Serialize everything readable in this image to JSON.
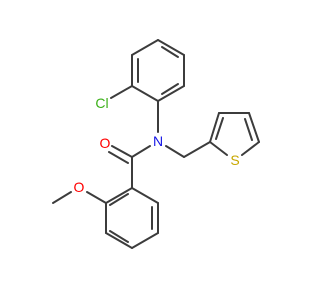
{
  "molecule": {
    "atoms": {
      "cl": {
        "symbol": "Cl",
        "color": "#3cb019"
      },
      "o_carbonyl": {
        "symbol": "O",
        "color": "#ff0000"
      },
      "n": {
        "symbol": "N",
        "color": "#1414e6"
      },
      "o_methoxy": {
        "symbol": "O",
        "color": "#ff0000"
      },
      "s": {
        "symbol": "S",
        "color": "#c8a800"
      }
    },
    "bond_color": "#3c3c3c"
  }
}
